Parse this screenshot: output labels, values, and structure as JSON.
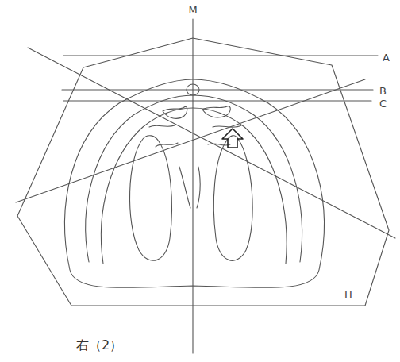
{
  "diagram": {
    "caption": "右（2）",
    "labels": [
      "M",
      "A",
      "B",
      "C",
      "H"
    ]
  }
}
